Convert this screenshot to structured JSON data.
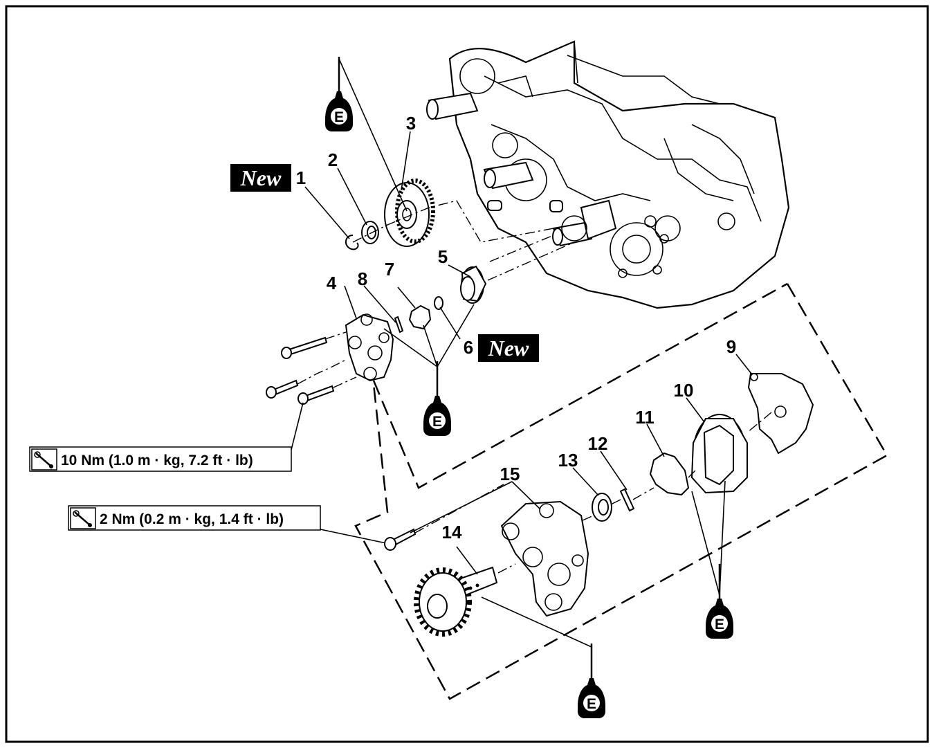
{
  "diagram": {
    "callouts": {
      "c1": "1",
      "c2": "2",
      "c3": "3",
      "c4": "4",
      "c5": "5",
      "c6": "6",
      "c7": "7",
      "c8": "8",
      "c9": "9",
      "c10": "10",
      "c11": "11",
      "c12": "12",
      "c13": "13",
      "c14": "14",
      "c15": "15"
    },
    "new_label": "New",
    "oil_symbol_letter": "E",
    "torque_specs": {
      "spec_10nm": "10 Nm (1.0 m · kg, 7.2 ft · lb)",
      "spec_2nm": "2 Nm (0.2 m · kg, 1.4 ft · lb)"
    },
    "icons": [
      "torque-wrench-icon",
      "oil-can-icon",
      "new-part-badge"
    ]
  }
}
